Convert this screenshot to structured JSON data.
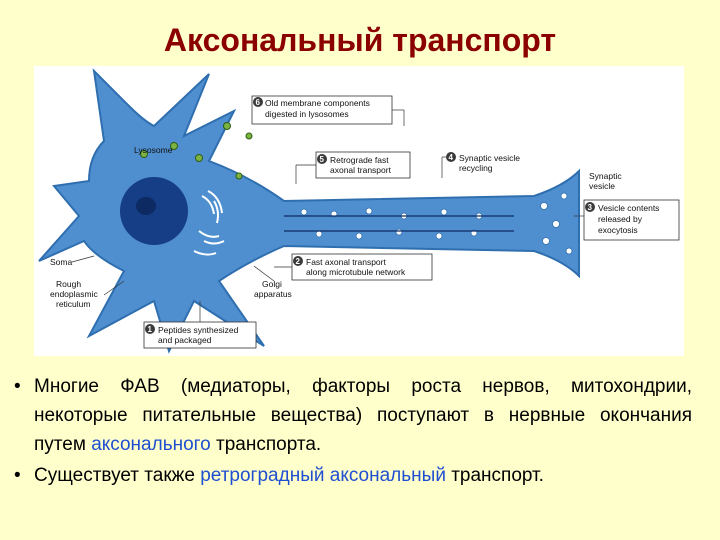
{
  "title": "Аксональный транспорт",
  "figure": {
    "labels": {
      "step6": "Old membrane components",
      "step6b": "digested in lysosomes",
      "lysosome": "Lysosome",
      "step5": "Retrograde fast",
      "step5b": "axonal transport",
      "step4": "Synaptic vesicle",
      "step4b": "recycling",
      "synaptic_vesicle": "Synaptic",
      "synaptic_vesicle_b": "vesicle",
      "step3": "Vesicle contents",
      "step3b": "released by",
      "step3c": "exocytosis",
      "soma": "Soma",
      "rer": "Rough",
      "rer_b": "endoplasmic",
      "rer_c": "reticulum",
      "step2": "Fast axonal transport",
      "step2b": "along microtubule network",
      "golgi": "Golgi",
      "golgi_b": "apparatus",
      "step1": "Peptides synthesized",
      "step1b": "and packaged"
    },
    "step_numbers": [
      "1",
      "2",
      "3",
      "4",
      "5",
      "6"
    ],
    "colors": {
      "neuron": "#4f8fcf",
      "neuron_edge": "#2f6fb0",
      "nucleus": "#163e86",
      "lysosome": "#7cb342",
      "vesicle": "#ffffff",
      "step_badge": "#3a3a3a"
    }
  },
  "bullets": [
    {
      "part1": "Многие ФАВ (медиаторы, факторы роста нервов, митохондрии, некоторые питательные вещества) поступают в нервные окончания путем ",
      "highlight": "аксонального",
      "part2": " транспорта."
    },
    {
      "part1": "Существует также ",
      "highlight": "ретроградный аксональный",
      "part2": " транспорт."
    }
  ],
  "bullet_symbol": "•"
}
